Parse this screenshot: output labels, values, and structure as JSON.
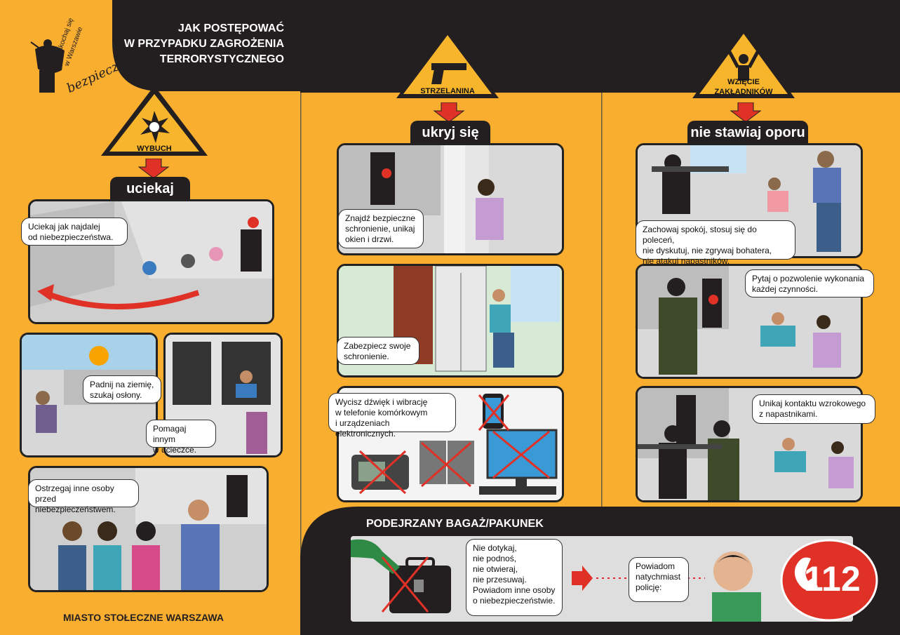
{
  "header": {
    "title": "JAK POSTĘPOWAĆ\nW PRZYPADKU ZAGROŻENIA\nTERRORYSTYCZNEGO",
    "logo_line1": "zakochaj się",
    "logo_line2": "w Warszawie",
    "logo_line3": "bezpiecznej"
  },
  "sections": {
    "explosion": {
      "sign": "WYBUCH",
      "action": "uciekaj"
    },
    "shooting": {
      "sign": "STRZELANINA",
      "action": "ukryj się"
    },
    "hostages": {
      "sign": "WZIĘCIE ZAKŁADNIKÓW",
      "action": "nie stawiaj oporu"
    }
  },
  "bubbles": {
    "run": "Uciekaj jak najdalej\nod niebezpieczeństwa.",
    "drop": "Padnij na ziemię,\nszukaj osłony.",
    "help": "Pomagaj innym\nw ucieczce.",
    "warn": "Ostrzegaj inne osoby\nprzed niebezpieczeństwem.",
    "shelter": "Znajdź bezpieczne\nschronienie, unikaj\nokien i drzwi.",
    "secure": "Zabezpiecz swoje\nschronienie.",
    "mute": "Wycisz dźwięk i wibrację\nw telefonie komórkowym\ni urządzeniach elektronicznych.",
    "calm": "Zachowaj spokój, stosuj się do poleceń,\nnie dyskutuj, nie zgrywaj bohatera,\nnie atakuj napastników.",
    "ask": "Pytaj o pozwolenie wykonania\nkażdej czynności.",
    "eyes": "Unikaj kontaktu wzrokowego\nz napastnikami."
  },
  "bag": {
    "title": "PODEJRZANY BAGAŻ/PAKUNEK",
    "instructions": "Nie dotykaj,\nnie podnoś,\nnie otwieraj,\nnie przesuwaj.\nPowiadom inne osoby\no niebezpieczeństwie.",
    "notify": "Powiadom\nnatychmiast\npolicję:",
    "number": "112"
  },
  "footer": "MIASTO STOŁECZNE WARSZAWA",
  "colors": {
    "orange": "#f9ae30",
    "dark": "#231f20",
    "red": "#e03127",
    "yellow": "#f7b52c"
  }
}
